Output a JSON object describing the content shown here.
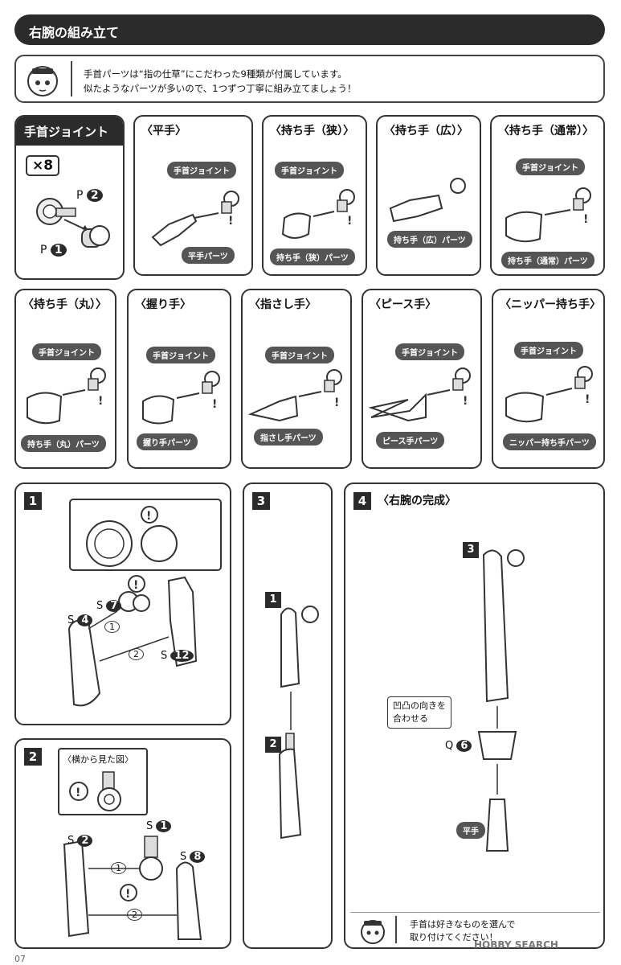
{
  "header": {
    "title": "右腕の組み立て"
  },
  "notice": {
    "line1": "手首パーツは“指の仕草”にこだわった9種類が付属しています。",
    "line2": "似たようなパーツが多いので、1つずつ丁寧に組み立てましょう！"
  },
  "joint_panel": {
    "title": "手首ジョイント",
    "quantity": "×8",
    "part_p2": "P",
    "part_p2_num": "2",
    "part_p1": "P",
    "part_p1_num": "1"
  },
  "hands_row1": [
    {
      "title": "〈平手〉",
      "joint": "手首ジョイント",
      "part": "平手パーツ"
    },
    {
      "title": "〈持ち手（狭）〉",
      "joint": "手首ジョイント",
      "part": "持ち手（狭）パーツ"
    },
    {
      "title": "〈持ち手（広）〉",
      "part": "持ち手（広）パーツ"
    },
    {
      "title": "〈持ち手（通常）〉",
      "joint": "手首ジョイント",
      "part": "持ち手（通常）パーツ"
    }
  ],
  "hands_row2": [
    {
      "title": "〈持ち手（丸）〉",
      "joint": "手首ジョイント",
      "part": "持ち手（丸）パーツ"
    },
    {
      "title": "〈握り手〉",
      "joint": "手首ジョイント",
      "part": "握り手パーツ"
    },
    {
      "title": "〈指さし手〉",
      "joint": "手首ジョイント",
      "part": "指さし手パーツ"
    },
    {
      "title": "〈ピース手〉",
      "joint": "手首ジョイント",
      "part": "ピース手パーツ"
    },
    {
      "title": "〈ニッパー持ち手〉",
      "joint": "手首ジョイント",
      "part": "ニッパー持ち手パーツ"
    }
  ],
  "step1": {
    "num": "1",
    "s7": "S",
    "s7n": "7",
    "s4": "S",
    "s4n": "4",
    "s12": "S",
    "s12n": "12",
    "c1": "1",
    "c2": "2"
  },
  "step2": {
    "num": "2",
    "side_view": "〈横から見た図〉",
    "s1": "S",
    "s1n": "1",
    "s2": "S",
    "s2n": "2",
    "s8": "S",
    "s8n": "8",
    "c1": "1",
    "c2": "2"
  },
  "step3": {
    "num": "3",
    "sub1": "1",
    "sub2": "2"
  },
  "step4": {
    "num": "4",
    "title": "〈右腕の完成〉",
    "sub3": "3",
    "align_note_1": "凹凸の向きを",
    "align_note_2": "合わせる",
    "q6": "Q",
    "q6n": "6",
    "hand_label": "平手",
    "footer_1": "手首は好きなものを選んで",
    "footer_2": "取り付けてください！"
  },
  "page_number": "07",
  "watermark": "HOBBY SEARCH",
  "colors": {
    "dark": "#2b2b2b",
    "pill": "#555555",
    "line": "#333333"
  }
}
